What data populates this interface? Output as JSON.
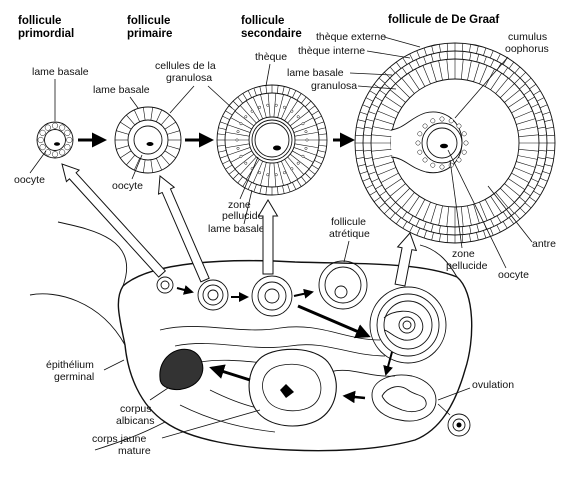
{
  "headers": {
    "primordial": [
      "follicule",
      "primordial"
    ],
    "primaire": [
      "follicule",
      "primaire"
    ],
    "secondaire": [
      "follicule",
      "secondaire"
    ],
    "graaf": "follicule de De Graaf"
  },
  "labels": {
    "lame_basale_1": "lame basale",
    "oocyte_1": "oocyte",
    "lame_basale_2": "lame basale",
    "oocyte_2": "oocyte",
    "cellules_granulosa": [
      "cellules de la",
      "granulosa"
    ],
    "theque": "thèque",
    "zone_pellucide_1": [
      "zone",
      "pellucide"
    ],
    "lame_basale_3": "lame basale",
    "theque_externe": "thèque externe",
    "theque_interne": "thèque interne",
    "lame_basale_4": "lame basale",
    "granulosa": "granulosa",
    "cumulus": [
      "cumulus",
      "oophorus"
    ],
    "follicule_atretique": [
      "follicule",
      "atrétique"
    ],
    "zone_pellucide_2": [
      "zone",
      "pellucide"
    ],
    "antre": "antre",
    "oocyte_3": "oocyte",
    "epithelium": [
      "épithélium",
      "germinal"
    ],
    "ovulation": "ovulation",
    "corpus_albicans": [
      "corpus",
      "albicans"
    ],
    "corps_jaune": [
      "corps jaune",
      "mature"
    ]
  }
}
